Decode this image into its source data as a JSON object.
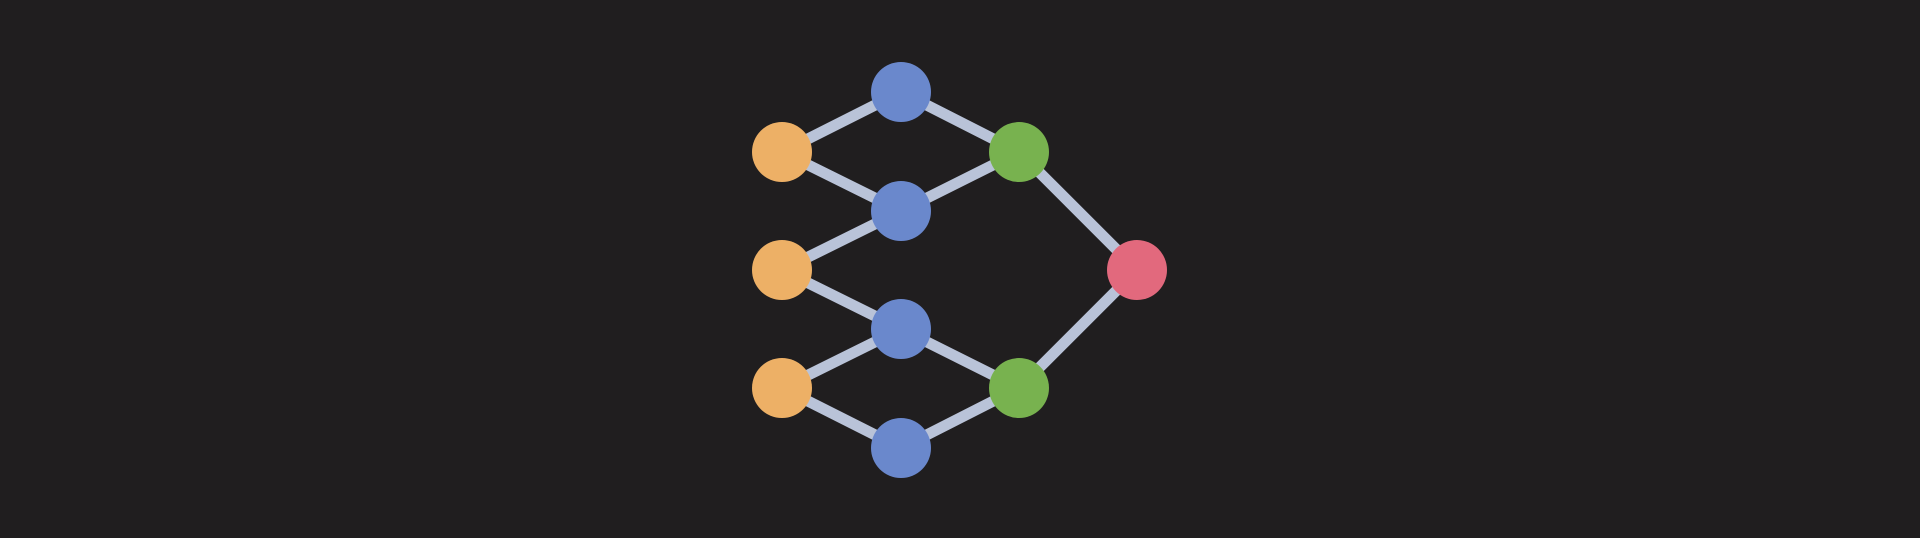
{
  "colors": {
    "background": "#201e1f",
    "edge": "#b9c3d8",
    "input_node": "#edb066",
    "hidden_node": "#6a88cc",
    "aggregate_node": "#78b24f",
    "output_node": "#e2697d"
  },
  "graph": {
    "nodes": [
      {
        "id": "in-1",
        "layer": "input",
        "color_key": "input_node"
      },
      {
        "id": "in-2",
        "layer": "input",
        "color_key": "input_node"
      },
      {
        "id": "in-3",
        "layer": "input",
        "color_key": "input_node"
      },
      {
        "id": "hid-1",
        "layer": "hidden",
        "color_key": "hidden_node"
      },
      {
        "id": "hid-2",
        "layer": "hidden",
        "color_key": "hidden_node"
      },
      {
        "id": "hid-3",
        "layer": "hidden",
        "color_key": "hidden_node"
      },
      {
        "id": "hid-4",
        "layer": "hidden",
        "color_key": "hidden_node"
      },
      {
        "id": "agg-1",
        "layer": "aggregate",
        "color_key": "aggregate_node"
      },
      {
        "id": "agg-2",
        "layer": "aggregate",
        "color_key": "aggregate_node"
      },
      {
        "id": "out-1",
        "layer": "output",
        "color_key": "output_node"
      }
    ],
    "edges": [
      [
        "in-1",
        "hid-1"
      ],
      [
        "in-1",
        "hid-2"
      ],
      [
        "in-2",
        "hid-2"
      ],
      [
        "in-2",
        "hid-3"
      ],
      [
        "in-3",
        "hid-3"
      ],
      [
        "in-3",
        "hid-4"
      ],
      [
        "hid-1",
        "agg-1"
      ],
      [
        "hid-2",
        "agg-1"
      ],
      [
        "hid-3",
        "agg-2"
      ],
      [
        "hid-4",
        "agg-2"
      ],
      [
        "agg-1",
        "out-1"
      ],
      [
        "agg-2",
        "out-1"
      ]
    ]
  }
}
